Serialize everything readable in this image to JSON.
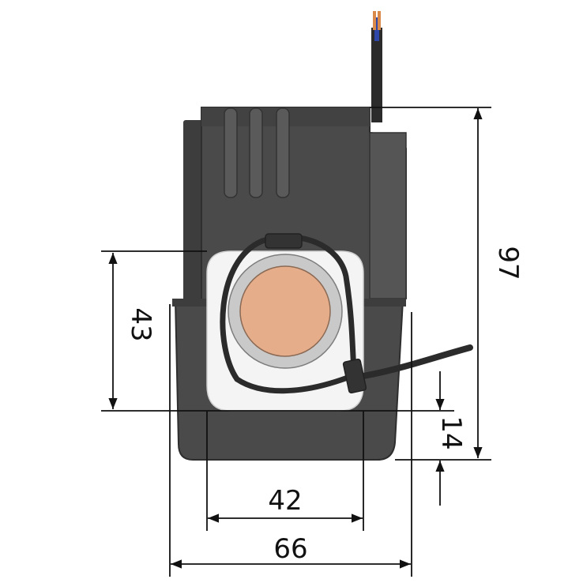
{
  "dimensions": {
    "height_total": "97",
    "opening_height": "43",
    "bottom_thickness": "14",
    "opening_width": "42",
    "overall_width": "66"
  },
  "colors": {
    "housing_dark": "#4a4a4a",
    "housing_shade": "#3a3a3a",
    "housing_light": "#5b5b5b",
    "window_white": "#f4f4f4",
    "core_ring": "#c9c9c9",
    "copper_conductor": "#e6ad8a",
    "wire_insulation": "#2b2b2b",
    "wire_blue": "#2f47a8",
    "wire_copper": "#d98a4a",
    "dimension_line": "#111111"
  },
  "icons": [
    "current-transformer-drawing",
    "dimension-arrow"
  ]
}
